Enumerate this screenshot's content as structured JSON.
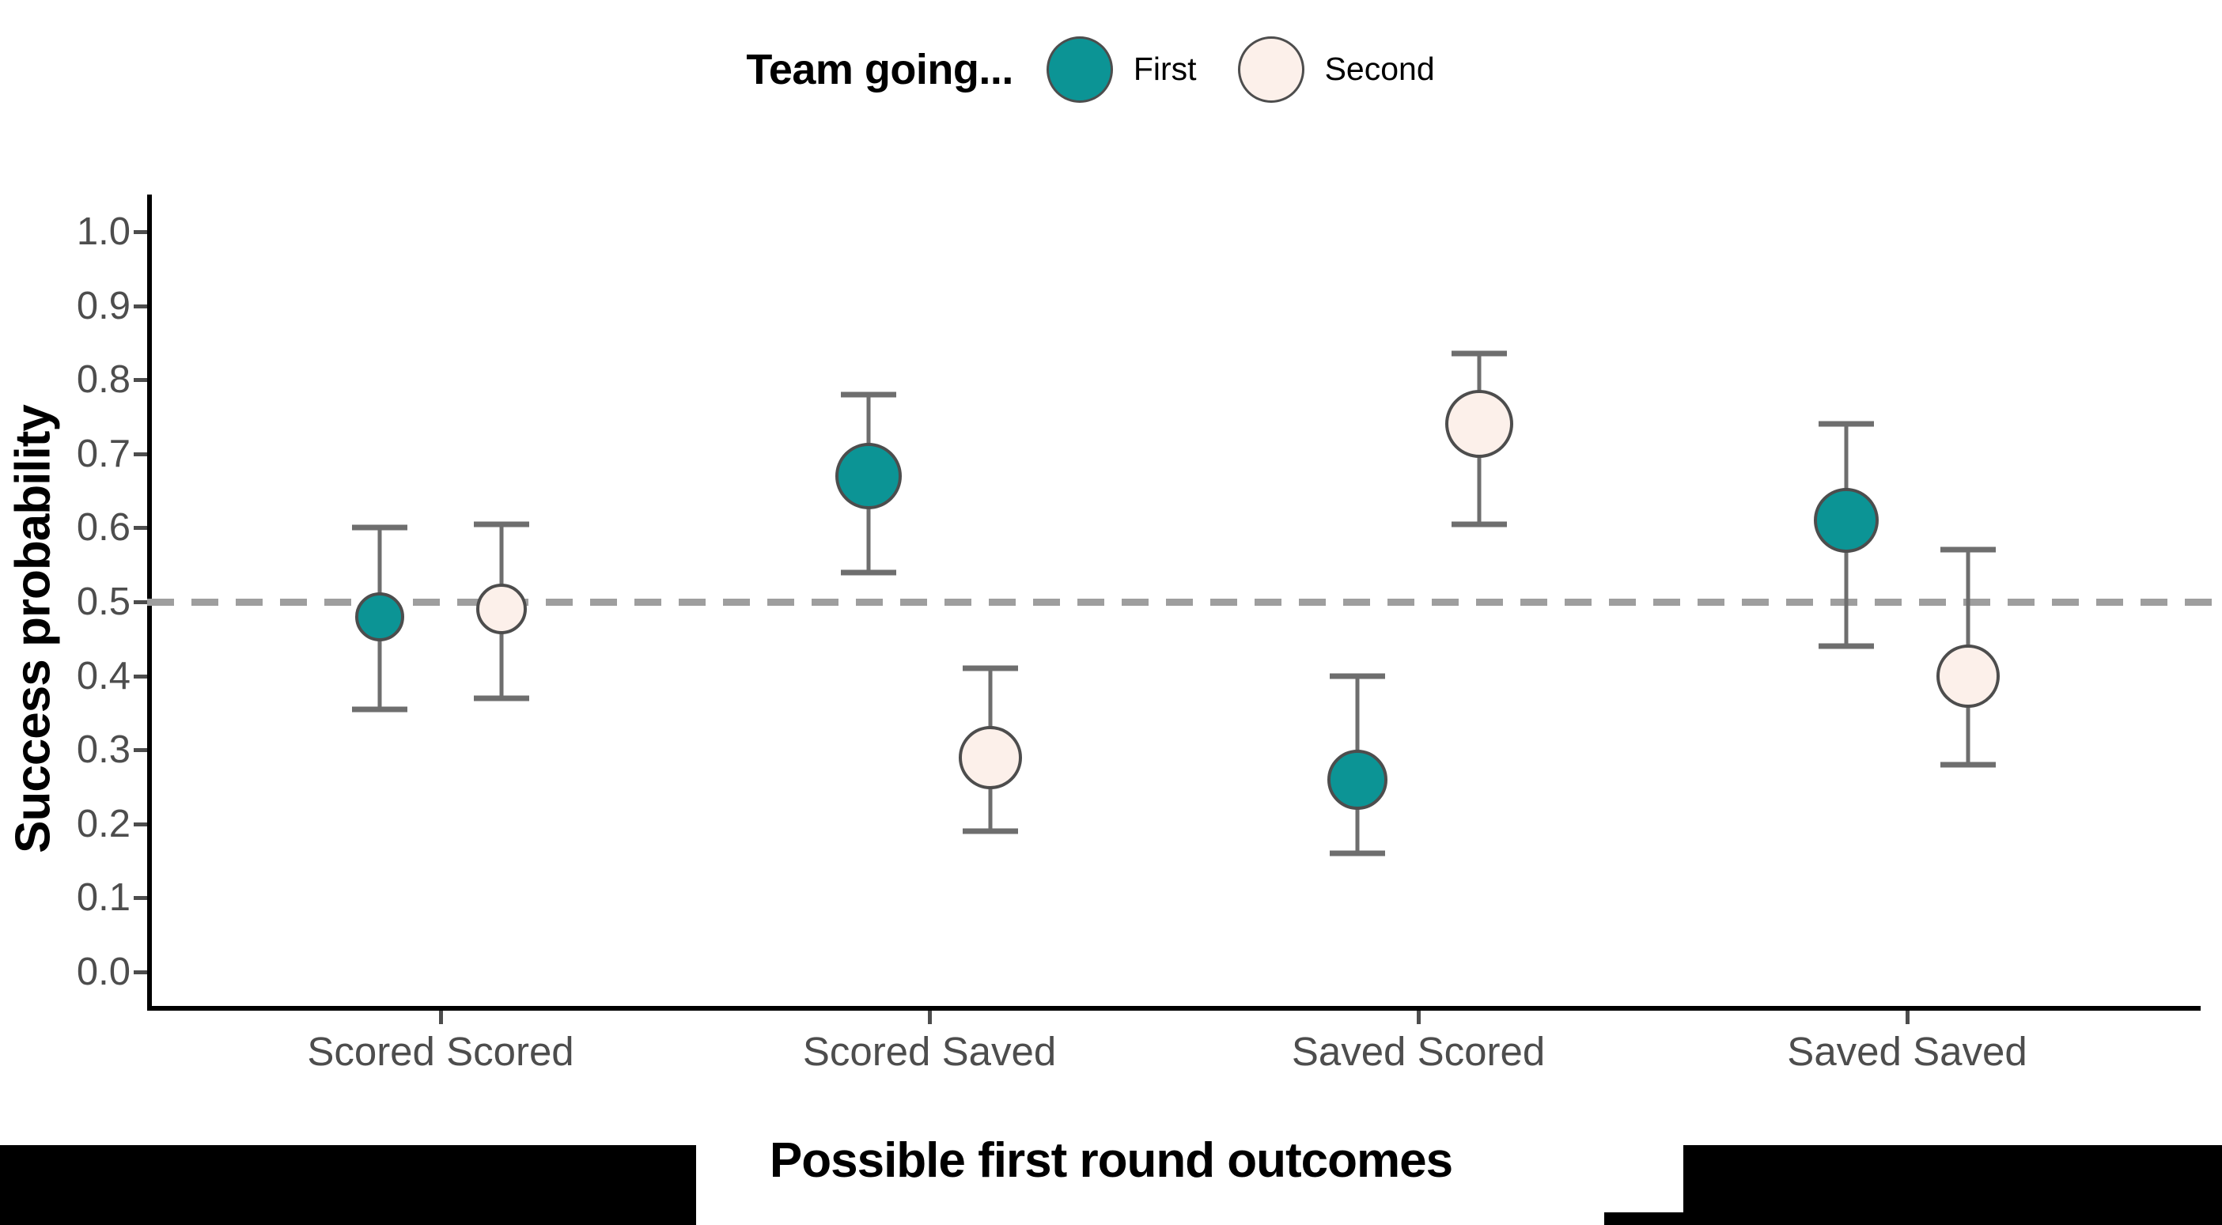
{
  "legend": {
    "title": "Team going...",
    "entries": [
      {
        "label": "First",
        "color": "#0c9495",
        "icon": "circle-marker-icon"
      },
      {
        "label": "Second",
        "color": "#fcf0ea",
        "icon": "circle-marker-icon"
      }
    ]
  },
  "axes": {
    "y_title": "Success probability",
    "x_title": "Possible first round outcomes",
    "y_ticks": [
      "0.0",
      "0.1",
      "0.2",
      "0.3",
      "0.4",
      "0.5",
      "0.6",
      "0.7",
      "0.8",
      "0.9",
      "1.0"
    ],
    "x_ticks": [
      "Scored Scored",
      "Scored Saved",
      "Saved Scored",
      "Saved Saved"
    ]
  },
  "reference_line": {
    "value": 0.5,
    "style": "dashed",
    "color": "#9e9e9e"
  },
  "chart_data": {
    "type": "scatter",
    "title": "",
    "subtitle": "",
    "xlabel": "Possible first round outcomes",
    "ylabel": "Success probability",
    "ylim": [
      0.0,
      1.0
    ],
    "ytick_step": 0.1,
    "grid": false,
    "legend_position": "top-center",
    "legend_title": "Team going...",
    "reference_line_y": 0.5,
    "categories": [
      "Scored Scored",
      "Scored Saved",
      "Saved Scored",
      "Saved Saved"
    ],
    "series": [
      {
        "name": "First",
        "color": "#0c9495",
        "values": [
          0.48,
          0.67,
          0.26,
          0.61
        ],
        "ci_low": [
          0.355,
          0.54,
          0.16,
          0.44
        ],
        "ci_high": [
          0.6,
          0.78,
          0.4,
          0.74
        ],
        "marker_sizes": [
          62,
          84,
          76,
          82
        ]
      },
      {
        "name": "Second",
        "color": "#fcf0ea",
        "values": [
          0.49,
          0.29,
          0.74,
          0.4
        ],
        "ci_low": [
          0.37,
          0.19,
          0.605,
          0.28
        ],
        "ci_high": [
          0.605,
          0.41,
          0.835,
          0.57
        ],
        "marker_sizes": [
          64,
          80,
          86,
          80
        ]
      }
    ]
  }
}
